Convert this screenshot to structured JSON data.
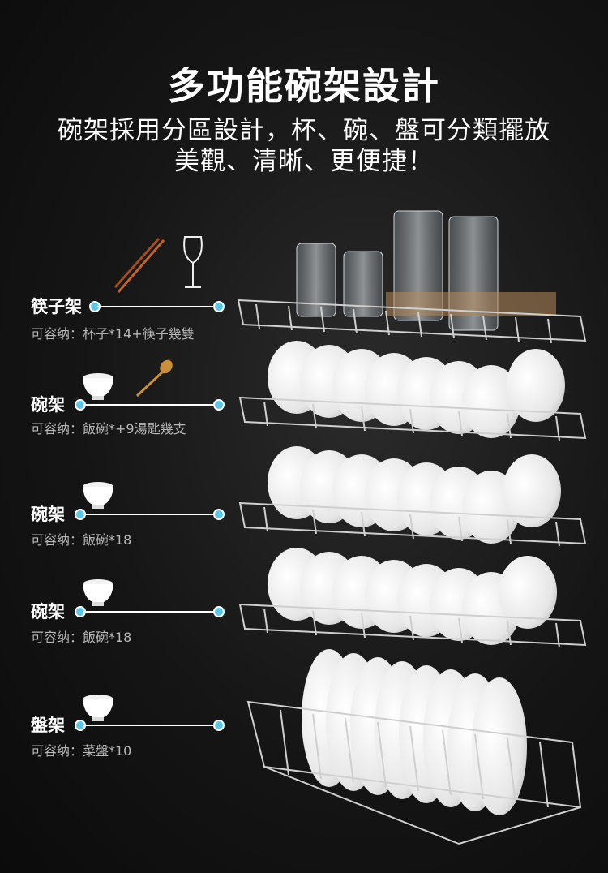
{
  "header": {
    "title": "多功能碗架設計",
    "subtitle_line1": "碗架採用分區設計，杯、碗、盤可分類擺放",
    "subtitle_line2": "美觀、清晰、更便捷！"
  },
  "tiers": [
    {
      "name": "筷子架",
      "capacity": "可容纳：杯子*14+筷子幾雙",
      "icons": [
        "chopsticks-icon",
        "wine-glass-icon"
      ]
    },
    {
      "name": "碗架",
      "capacity": "可容纳：飯碗*+9湯匙幾支",
      "icons": [
        "bowl-icon",
        "spoon-icon"
      ]
    },
    {
      "name": "碗架",
      "capacity": "可容纳：飯碗*18",
      "icons": [
        "bowl-icon"
      ]
    },
    {
      "name": "碗架",
      "capacity": "可容纳：飯碗*18",
      "icons": [
        "bowl-icon"
      ]
    },
    {
      "name": "盤架",
      "capacity": "可容纳：菜盤*10",
      "icons": [
        "bowl-icon"
      ]
    }
  ],
  "colors": {
    "accent_dot": "#5ec7e6",
    "background": "#151515",
    "caption": "#b8b8b8"
  }
}
